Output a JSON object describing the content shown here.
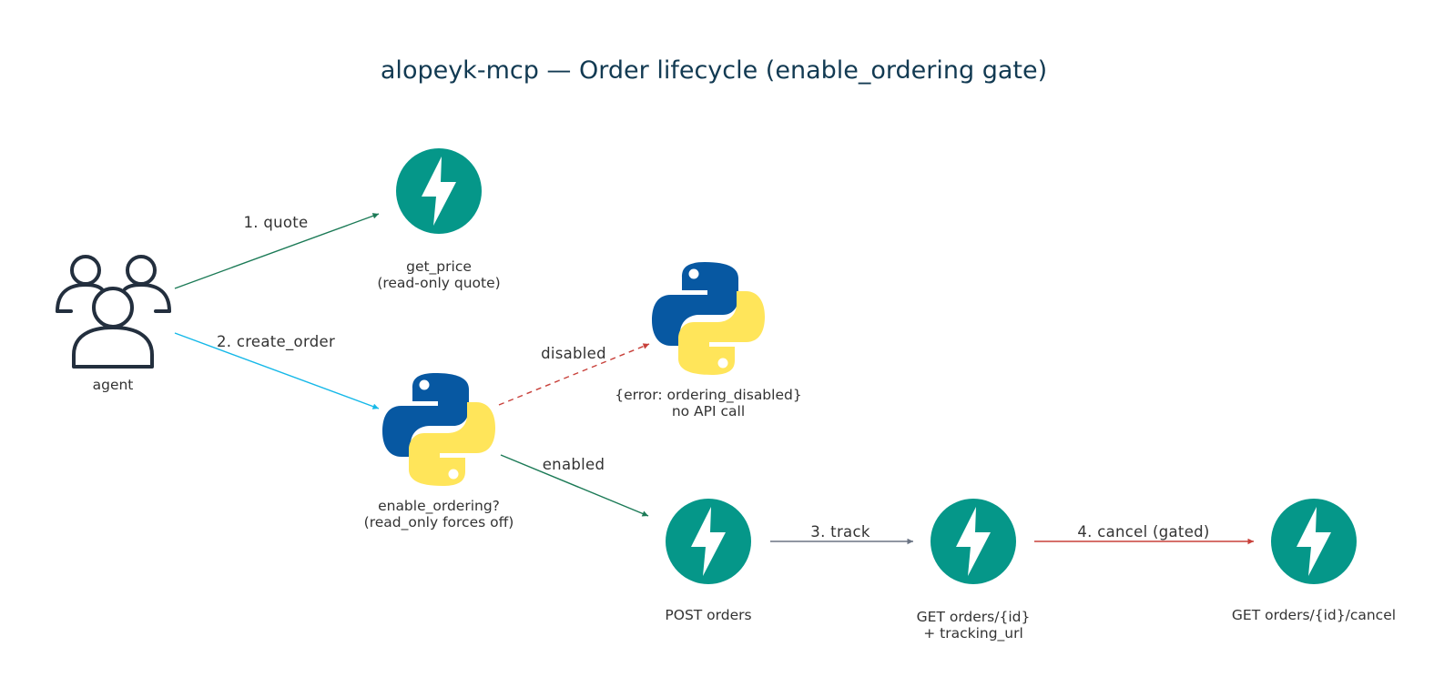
{
  "title": "alopeyk-mcp — Order lifecycle (enable_ordering gate)",
  "colors": {
    "title": "#123a52",
    "label": "#333333",
    "fastapi": "#059789",
    "python_blue": "#0758a2",
    "python_yellow": "#ffe55a",
    "user_icon": "#232f3e",
    "edge_quote": "#1b7a56",
    "edge_create": "#15b8e8",
    "edge_disabled": "#c8403a",
    "edge_enabled": "#1b7a56",
    "edge_track": "#6b7484",
    "edge_cancel": "#c8403a"
  },
  "nodes": {
    "agent": {
      "icon": "users-icon",
      "lines": [
        "agent"
      ]
    },
    "get_price": {
      "icon": "fastapi-bolt-icon",
      "lines": [
        "get_price",
        "(read-only quote)"
      ]
    },
    "gate": {
      "icon": "python-icon",
      "lines": [
        "enable_ordering?",
        "(read_only forces off)"
      ]
    },
    "error": {
      "icon": "python-icon",
      "lines": [
        "{error: ordering_disabled}",
        "no API call"
      ]
    },
    "post_orders": {
      "icon": "fastapi-bolt-icon",
      "lines": [
        "POST orders"
      ]
    },
    "get_orders": {
      "icon": "fastapi-bolt-icon",
      "lines": [
        "GET orders/{id}",
        "+ tracking_url"
      ]
    },
    "cancel": {
      "icon": "fastapi-bolt-icon",
      "lines": [
        "GET orders/{id}/cancel"
      ]
    }
  },
  "edges": {
    "quote": {
      "label": "1. quote",
      "style": "solid"
    },
    "create_order": {
      "label": "2. create_order",
      "style": "solid"
    },
    "disabled": {
      "label": "disabled",
      "style": "dashed"
    },
    "enabled": {
      "label": "enabled",
      "style": "solid"
    },
    "track": {
      "label": "3. track",
      "style": "solid"
    },
    "cancel": {
      "label": "4. cancel (gated)",
      "style": "solid"
    }
  }
}
